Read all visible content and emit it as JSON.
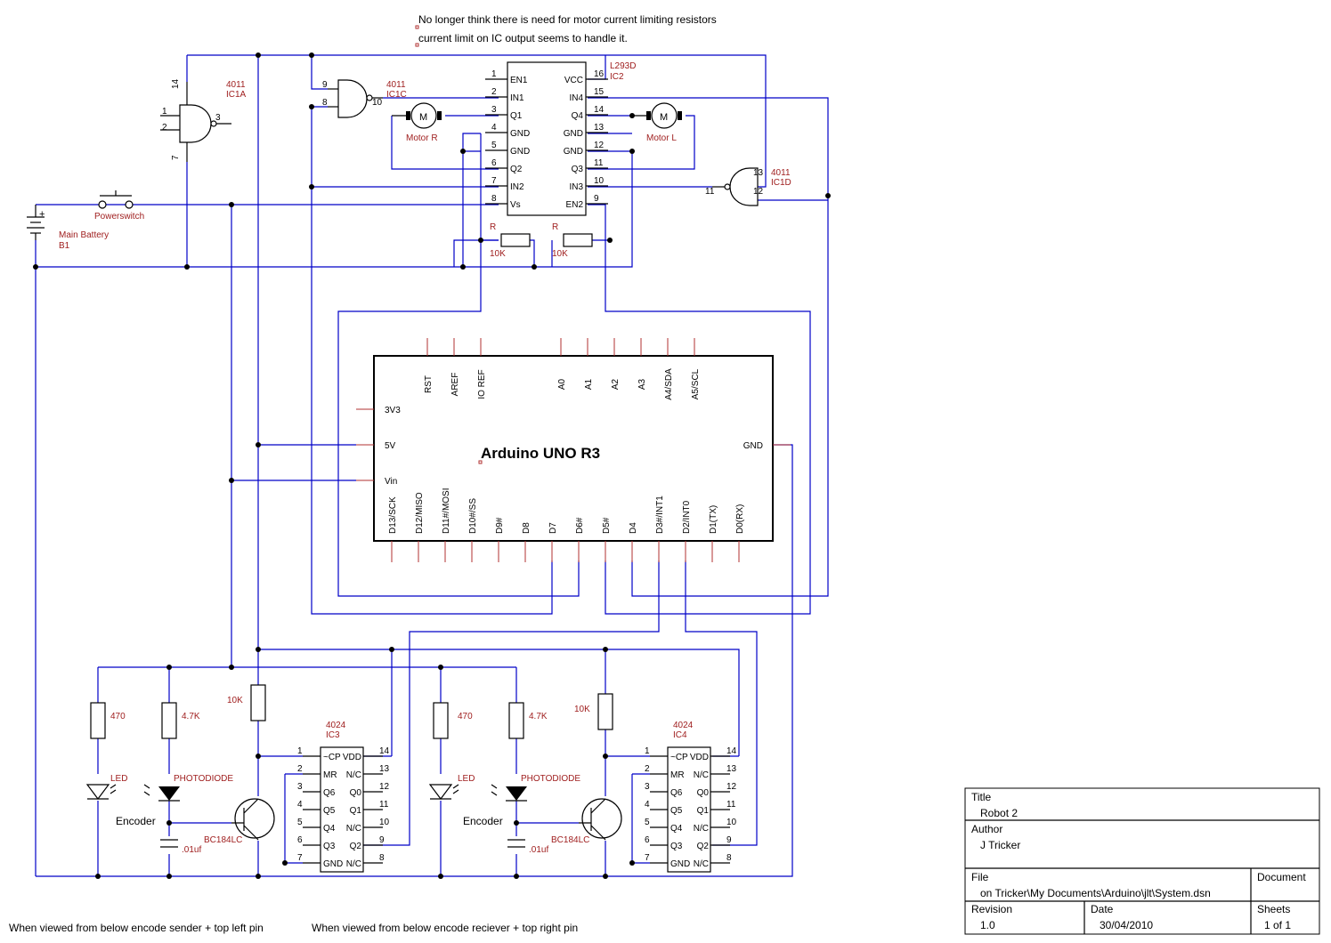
{
  "notes": {
    "line1": "No longer think there is need for motor current limiting resistors",
    "line2": "current limit on IC output seems to handle it.",
    "bottom_left": "When viewed from below encode sender + top left pin",
    "bottom_right": "When viewed from below encode reciever + top right pin"
  },
  "ic1a": {
    "type": "4011",
    "ref": "IC1A",
    "pins": [
      "14",
      "1",
      "2",
      "3",
      "7"
    ]
  },
  "ic1c": {
    "type": "4011",
    "ref": "IC1C",
    "pins": [
      "9",
      "8",
      "10"
    ]
  },
  "ic1d": {
    "type": "4011",
    "ref": "IC1D",
    "pins": [
      "13",
      "11",
      "12"
    ]
  },
  "l293d": {
    "type": "L293D",
    "ref": "IC2",
    "left_pins": [
      {
        "num": "1",
        "name": "EN1"
      },
      {
        "num": "2",
        "name": "IN1"
      },
      {
        "num": "3",
        "name": "Q1"
      },
      {
        "num": "4",
        "name": "GND"
      },
      {
        "num": "5",
        "name": "GND"
      },
      {
        "num": "6",
        "name": "Q2"
      },
      {
        "num": "7",
        "name": "IN2"
      },
      {
        "num": "8",
        "name": "Vs"
      }
    ],
    "right_pins": [
      {
        "num": "16",
        "name": "VCC"
      },
      {
        "num": "15",
        "name": "IN4"
      },
      {
        "num": "14",
        "name": "Q4"
      },
      {
        "num": "13",
        "name": "GND"
      },
      {
        "num": "12",
        "name": "GND"
      },
      {
        "num": "11",
        "name": "Q3"
      },
      {
        "num": "10",
        "name": "IN3"
      },
      {
        "num": "9",
        "name": "EN2"
      }
    ]
  },
  "motors": {
    "right": "Motor R",
    "left": "Motor L",
    "symbol": "M"
  },
  "power": {
    "switch": "Powerswitch",
    "battery": "Main Battery",
    "battery_ref": "B1",
    "plus": "+"
  },
  "resistors": {
    "r_left": {
      "ref": "R",
      "value": "10K"
    },
    "r_right": {
      "ref": "R",
      "value": "10K"
    }
  },
  "arduino": {
    "title": "Arduino UNO R3",
    "top_pins": [
      "RST",
      "AREF",
      "IO REF",
      "A0",
      "A1",
      "A2",
      "A3",
      "A4/SDA",
      "A5/SCL"
    ],
    "left_pins": [
      "3V3",
      "5V",
      "Vin"
    ],
    "right_pins": [
      "GND"
    ],
    "bottom_pins": [
      "D13/SCK",
      "D12/MISO",
      "D11#/MOSI",
      "D10#/SS",
      "D9#",
      "D8",
      "D7",
      "D6#",
      "D5#",
      "D4",
      "D3#/INT1",
      "D2/INT0",
      "D1(TX)",
      "D0(RX)"
    ]
  },
  "encoder_left": {
    "r_led": "470",
    "r_pd": "4.7K",
    "r_tr": "10K",
    "led": "LED",
    "photodiode": "PHOTODIODE",
    "label": "Encoder",
    "transistor": "BC184LC",
    "cap": ".01uf"
  },
  "encoder_right": {
    "r_led": "470",
    "r_pd": "4.7K",
    "r_tr": "10K",
    "led": "LED",
    "photodiode": "PHOTODIODE",
    "label": "Encoder",
    "transistor": "BC184LC",
    "cap": ".01uf"
  },
  "ic3": {
    "type": "4024",
    "ref": "IC3",
    "left": [
      {
        "num": "1",
        "name": "~CP"
      },
      {
        "num": "2",
        "name": "MR"
      },
      {
        "num": "3",
        "name": "Q6"
      },
      {
        "num": "4",
        "name": "Q5"
      },
      {
        "num": "5",
        "name": "Q4"
      },
      {
        "num": "6",
        "name": "Q3"
      },
      {
        "num": "7",
        "name": "GND"
      }
    ],
    "right": [
      {
        "num": "14",
        "name": "VDD"
      },
      {
        "num": "13",
        "name": "N/C"
      },
      {
        "num": "12",
        "name": "Q0"
      },
      {
        "num": "11",
        "name": "Q1"
      },
      {
        "num": "10",
        "name": "N/C"
      },
      {
        "num": "9",
        "name": "Q2"
      },
      {
        "num": "8",
        "name": "N/C"
      }
    ]
  },
  "ic4": {
    "type": "4024",
    "ref": "IC4",
    "left": [
      {
        "num": "1",
        "name": "~CP"
      },
      {
        "num": "2",
        "name": "MR"
      },
      {
        "num": "3",
        "name": "Q6"
      },
      {
        "num": "4",
        "name": "Q5"
      },
      {
        "num": "5",
        "name": "Q4"
      },
      {
        "num": "6",
        "name": "Q3"
      },
      {
        "num": "7",
        "name": "GND"
      }
    ],
    "right": [
      {
        "num": "14",
        "name": "VDD"
      },
      {
        "num": "13",
        "name": "N/C"
      },
      {
        "num": "12",
        "name": "Q0"
      },
      {
        "num": "11",
        "name": "Q1"
      },
      {
        "num": "10",
        "name": "N/C"
      },
      {
        "num": "9",
        "name": "Q2"
      },
      {
        "num": "8",
        "name": "N/C"
      }
    ]
  },
  "title_block": {
    "title_label": "Title",
    "title": "Robot 2",
    "author_label": "Author",
    "author": "J Tricker",
    "file_label": "File",
    "file": "on Tricker\\My Documents\\Arduino\\jlt\\System.dsn",
    "document_label": "Document",
    "revision_label": "Revision",
    "revision": "1.0",
    "date_label": "Date",
    "date": "30/04/2010",
    "sheets_label": "Sheets",
    "sheets": "1 of 1"
  }
}
